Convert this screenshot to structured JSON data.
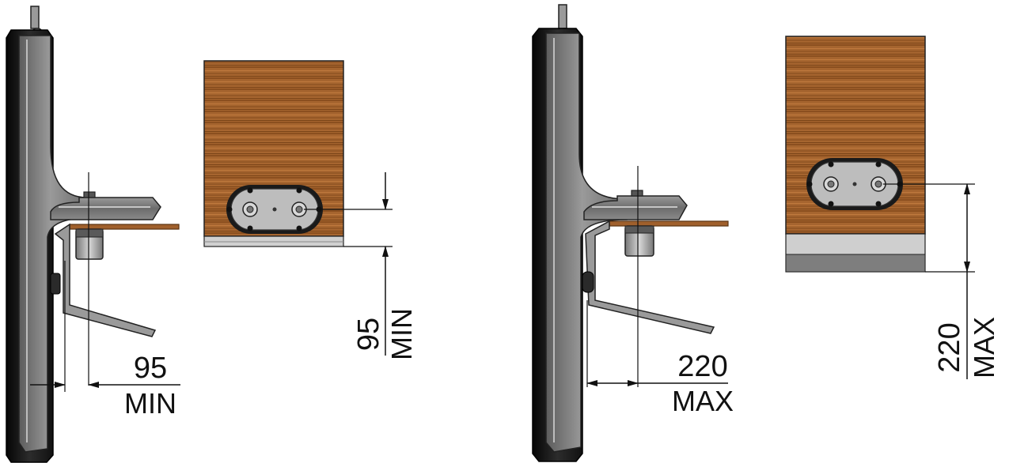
{
  "views": [
    {
      "id": "min-configuration",
      "side_dimension": {
        "value": "95",
        "qualifier": "MIN"
      },
      "front_dimension": {
        "value": "95",
        "qualifier": "MIN"
      }
    },
    {
      "id": "max-configuration",
      "side_dimension": {
        "value": "220",
        "qualifier": "MAX"
      },
      "front_dimension": {
        "value": "220",
        "qualifier": "MAX"
      }
    }
  ],
  "colors": {
    "frame_dark": "#1c1c1c",
    "steel": "#8a8a8a",
    "steel_light": "#b8b8b8",
    "wood": "#a5632e",
    "wood_dark": "#7a4418",
    "plate": "#b4b4b4",
    "line": "#111111"
  }
}
